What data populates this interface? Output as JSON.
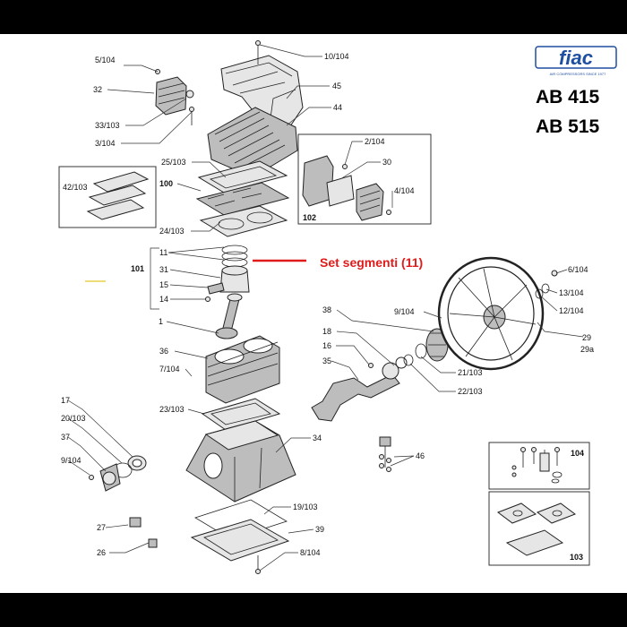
{
  "brand": {
    "logo_text": "fiac",
    "tagline": "AIR COMPRESSORS SINCE 1977",
    "accent": "#1f4fa0"
  },
  "models": [
    "AB 415",
    "AB 515"
  ],
  "callout": {
    "text": "Set segmenti (11)",
    "color": "#e01b1b"
  },
  "labels": {
    "p5_104": "5/104",
    "p10_104": "10/104",
    "p32": "32",
    "p45": "45",
    "p44": "44",
    "p33_103": "33/103",
    "p3_104": "3/104",
    "p2_104": "2/104",
    "p30": "30",
    "p25_103": "25/103",
    "p42_103": "42/103",
    "p100": "100",
    "p4_104": "4/104",
    "p102": "102",
    "p24_103": "24/103",
    "p11": "11",
    "p101": "101",
    "p31": "31",
    "p15": "15",
    "p14": "14",
    "p1": "1",
    "p6_104": "6/104",
    "p13_104": "13/104",
    "p12_104": "12/104",
    "p9_104a": "9/104",
    "p38": "38",
    "p18": "18",
    "p16": "16",
    "p35": "35",
    "p36": "36",
    "p7_104": "7/104",
    "p29": "29",
    "p29a": "29a",
    "p21_103": "21/103",
    "p22_103": "22/103",
    "p17": "17",
    "p23_103": "23/103",
    "p20_103": "20/103",
    "p37": "37",
    "p34": "34",
    "p9_104b": "9/104",
    "p46": "46",
    "p104": "104",
    "p27": "27",
    "p19_103": "19/103",
    "p39": "39",
    "p26": "26",
    "p8_104": "8/104",
    "p103": "103"
  }
}
